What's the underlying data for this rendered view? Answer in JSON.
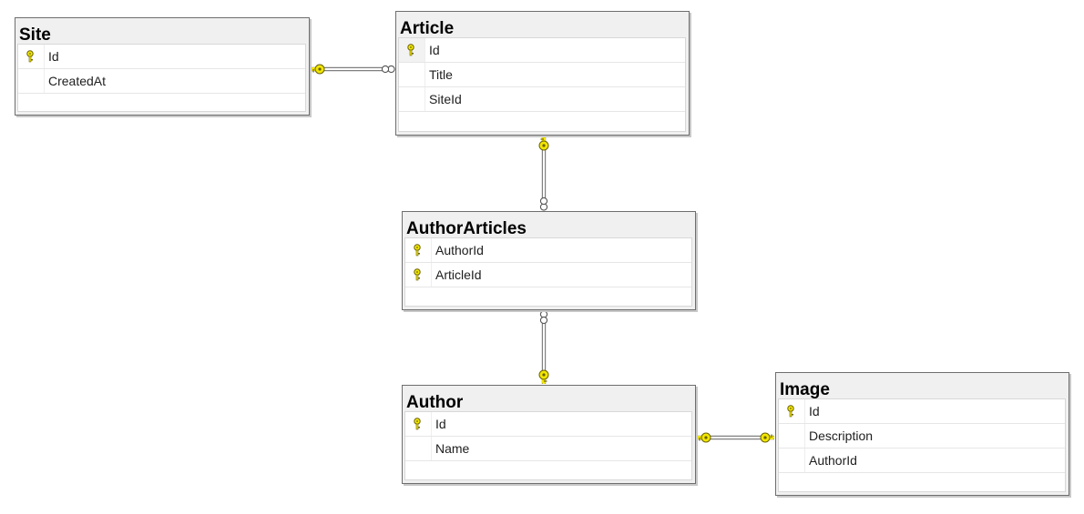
{
  "tables": [
    {
      "id": "site",
      "title": "Site",
      "columns": [
        {
          "name": "Id",
          "key": true
        },
        {
          "name": "CreatedAt",
          "key": false
        }
      ]
    },
    {
      "id": "article",
      "title": "Article",
      "columns": [
        {
          "name": "Id",
          "key": true
        },
        {
          "name": "Title",
          "key": false
        },
        {
          "name": "SiteId",
          "key": false
        }
      ]
    },
    {
      "id": "author-articles",
      "title": "AuthorArticles",
      "columns": [
        {
          "name": "AuthorId",
          "key": true
        },
        {
          "name": "ArticleId",
          "key": true
        }
      ]
    },
    {
      "id": "author",
      "title": "Author",
      "columns": [
        {
          "name": "Id",
          "key": true
        },
        {
          "name": "Name",
          "key": false
        }
      ]
    },
    {
      "id": "image",
      "title": "Image",
      "columns": [
        {
          "name": "Id",
          "key": true
        },
        {
          "name": "Description",
          "key": false
        },
        {
          "name": "AuthorId",
          "key": false
        }
      ]
    }
  ],
  "relationships": [
    {
      "id": "site-article",
      "from": "site",
      "to": "article",
      "from_end": "one",
      "to_end": "many"
    },
    {
      "id": "article-authorarticles",
      "from": "article",
      "to": "author-articles",
      "from_end": "one",
      "to_end": "many"
    },
    {
      "id": "author-authorarticles",
      "from": "author",
      "to": "author-articles",
      "from_end": "one",
      "to_end": "many"
    },
    {
      "id": "author-image",
      "from": "author",
      "to": "image",
      "from_end": "one",
      "to_end": "one"
    }
  ],
  "colors": {
    "key_fill": "#f2e600",
    "key_stroke": "#6b6200",
    "connector": "#808080",
    "table_border": "#6e6e6e",
    "title_background": "#f0f0f0"
  }
}
